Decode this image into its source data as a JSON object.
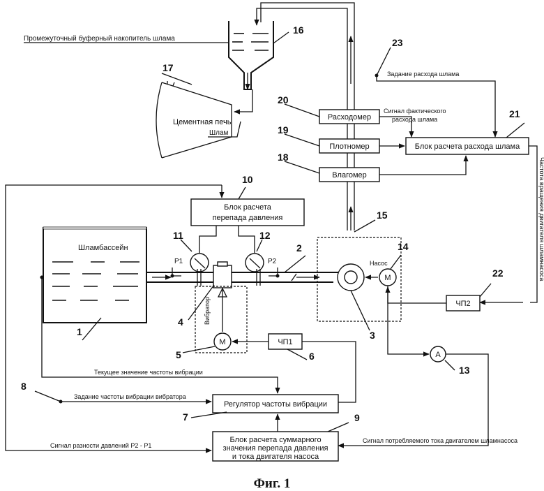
{
  "labels": {
    "buffer_caption": "Промежуточный буферный накопитель шлама",
    "kiln": "Цементная печь",
    "slurry": "Шлам",
    "pool": "Шламбассейн",
    "flow_setpoint": "Задание расхода шлама",
    "actual_flow": "Сигнал фактического расхода шлама",
    "pump_speed": "Частота вращения двигателя шламнасоса",
    "pump": "Насос",
    "vibrator": "Вибратор",
    "current_vib_freq": "Текущее значение частоты вибрации",
    "vib_freq_setpoint": "Задание частоты вибрации вибратора",
    "pressure_diff_signal": "Сигнал разности давлений P2 - P1",
    "pump_current_signal": "Сигнал потребляемого тока двигателем шламнасоса",
    "p1": "P1",
    "p2": "P2",
    "motor": "M",
    "ammeter": "A"
  },
  "blocks": {
    "flowmeter": "Расходомер",
    "densimeter": "Плотномер",
    "moisture": "Влагомер",
    "flow_calc": "Блок расчета расхода шлама",
    "pressure_calc_1": "Блок расчета",
    "pressure_calc_2": "перепада давления",
    "vib_regulator": "Регулятор частоты вибрации",
    "sum_calc_1": "Блок расчета суммарного",
    "sum_calc_2": "значения перепада давления",
    "sum_calc_3": "и тока двигателя насоса",
    "fc1": "ЧП1",
    "fc2": "ЧП2"
  },
  "numbers": [
    "1",
    "2",
    "3",
    "4",
    "5",
    "6",
    "7",
    "8",
    "9",
    "10",
    "11",
    "12",
    "13",
    "14",
    "15",
    "16",
    "17",
    "18",
    "19",
    "20",
    "21",
    "22",
    "23"
  ],
  "caption": "Фиг. 1"
}
